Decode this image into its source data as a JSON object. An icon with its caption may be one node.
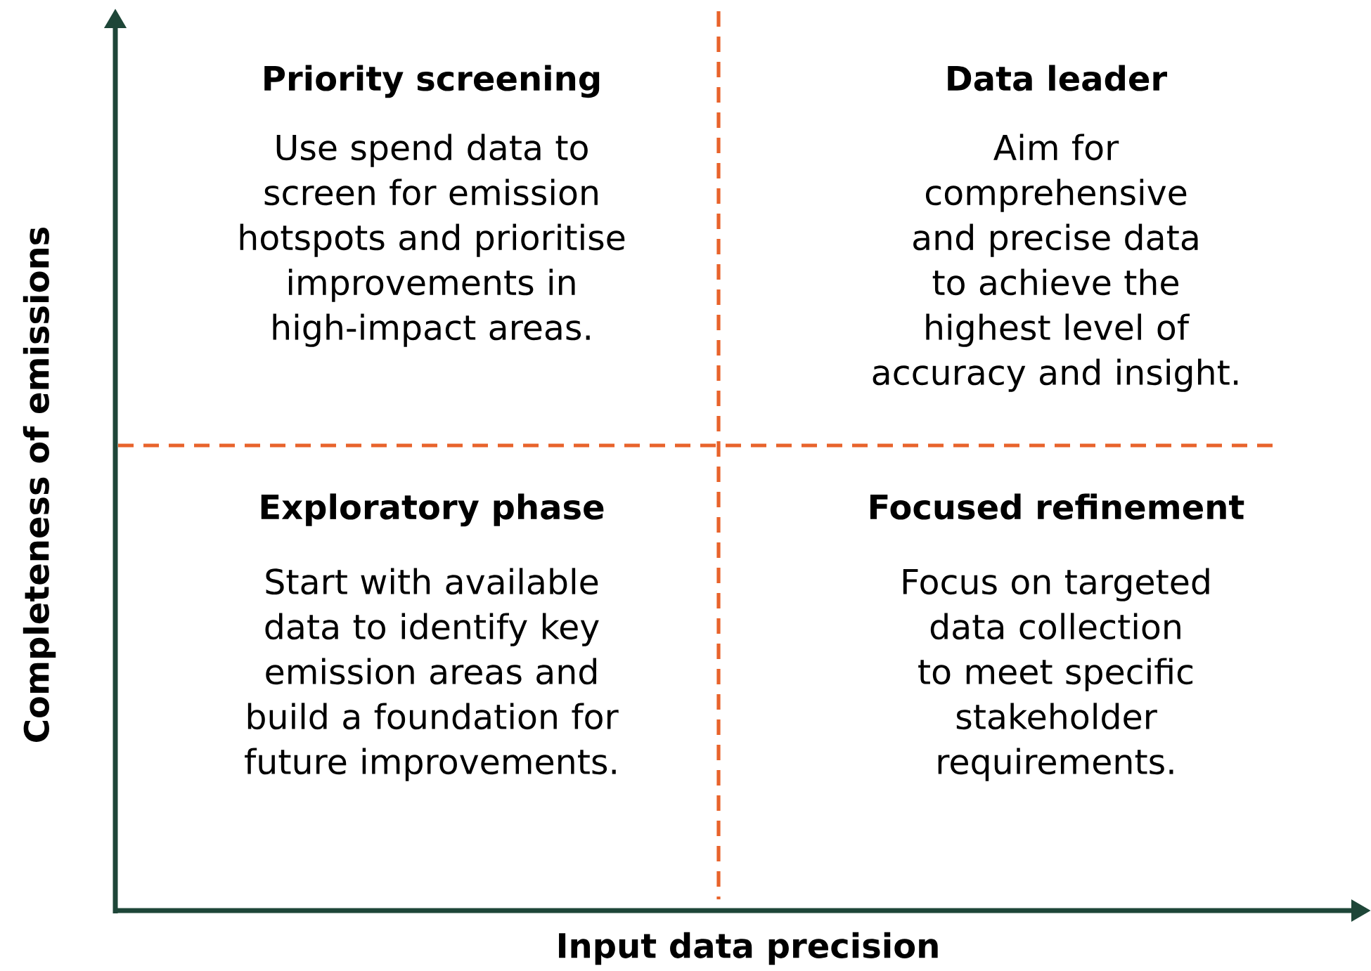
{
  "diagram": {
    "labels": [
      "Priority screening",
      "Data leader",
      "Use spend data to screen for emission hotspots and prioritise improvements in high-impact areas.",
      "Aim for comprehensive and precise data to achieve the highest level of accuracy and insight.",
      "Exploratory phase",
      "Focused refinement",
      "Start with available data to identify key emission areas and build a foundation for future improvements.",
      "Focus on targeted data collection to meet specific stakeholder requirements.",
      "Completeness of emissions",
      "Input data precision"
    ]
  }
}
